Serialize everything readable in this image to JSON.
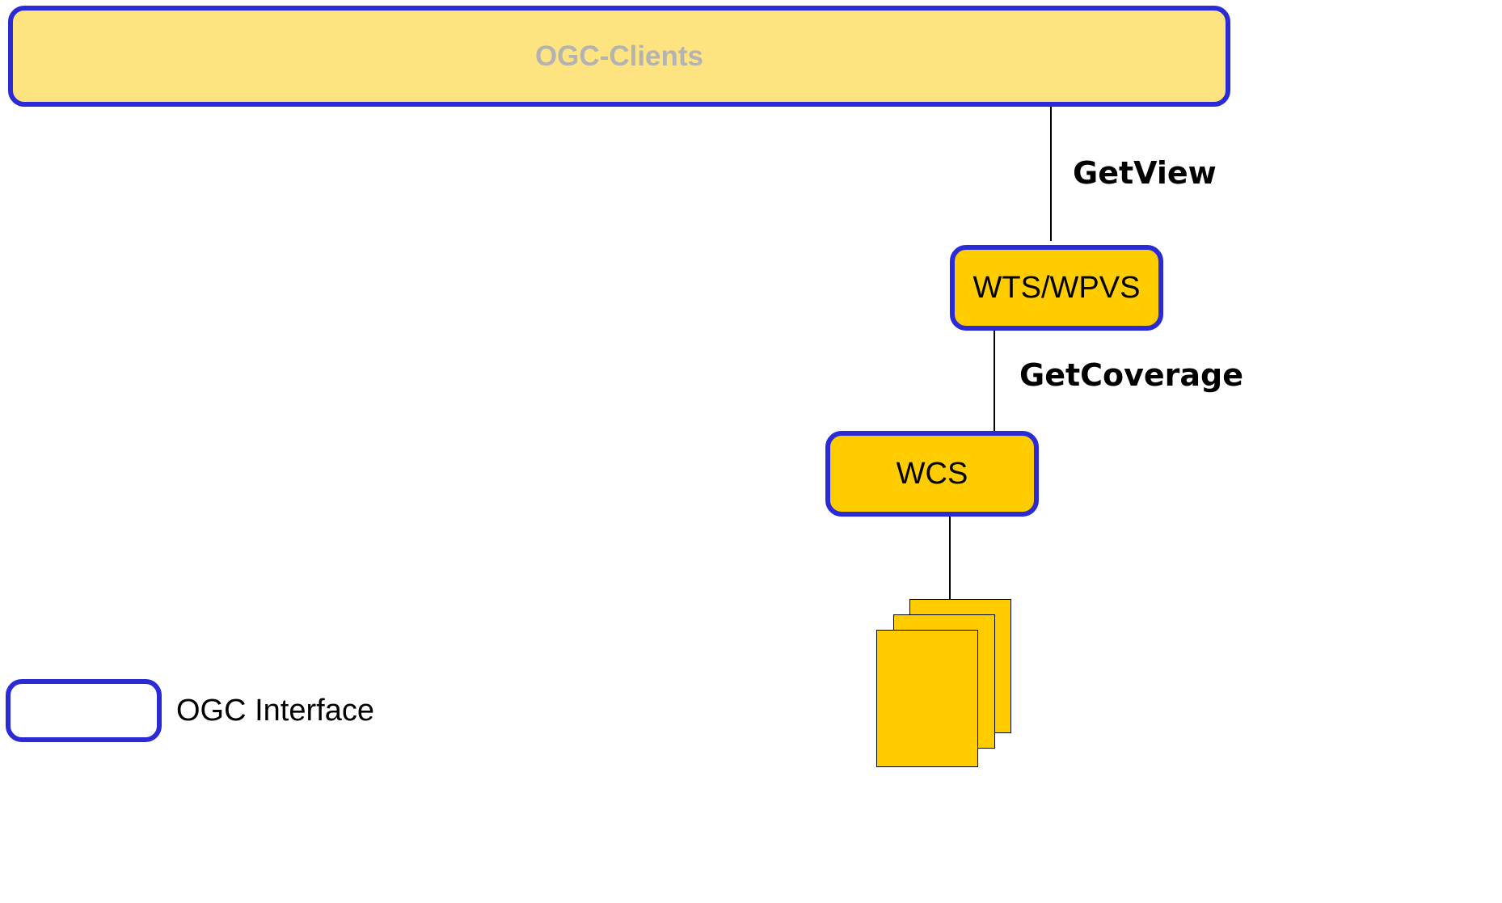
{
  "diagram": {
    "clients": {
      "label": "OGC-Clients"
    },
    "wts": {
      "label": "WTS/WPVS"
    },
    "wcs": {
      "label": "WCS"
    },
    "operations": {
      "get_view": "GetView",
      "get_coverage": "GetCoverage"
    },
    "legend": {
      "interface_label": "OGC Interface"
    },
    "colors": {
      "interface_border": "#2a2ad6",
      "clients_fill": "#fee480",
      "service_fill": "#ffcc00",
      "clients_text": "#b3b3b3"
    }
  }
}
